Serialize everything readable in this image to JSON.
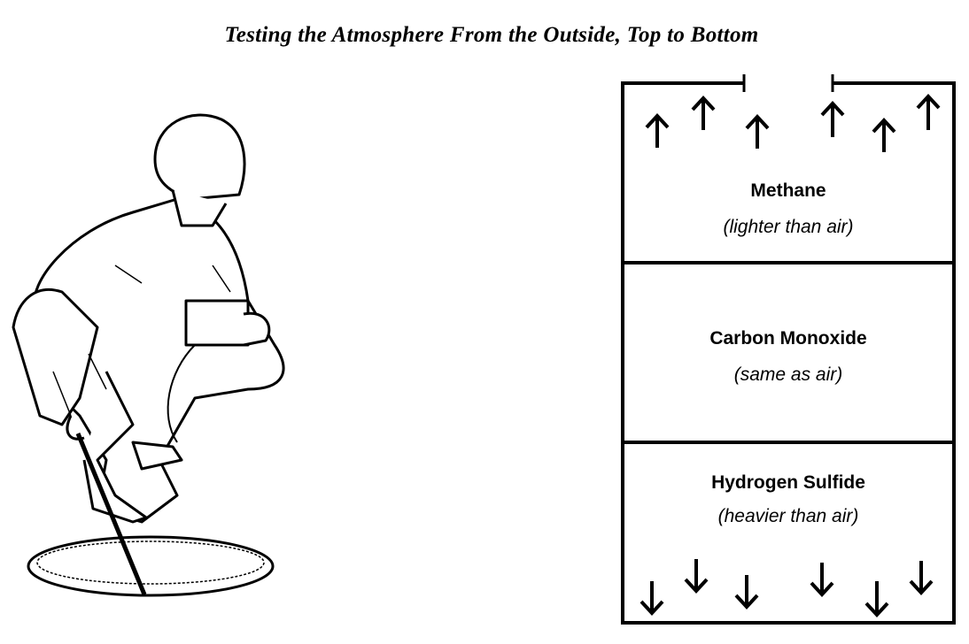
{
  "title": "Testing the Atmosphere From the Outside, Top to Bottom",
  "layers": [
    {
      "name": "Methane",
      "description": "(lighter than air)",
      "direction": "up"
    },
    {
      "name": "Carbon Monoxide",
      "description": "(same as air)",
      "direction": "none"
    },
    {
      "name": "Hydrogen Sulfide",
      "description": "(heavier than air)",
      "direction": "down"
    }
  ]
}
